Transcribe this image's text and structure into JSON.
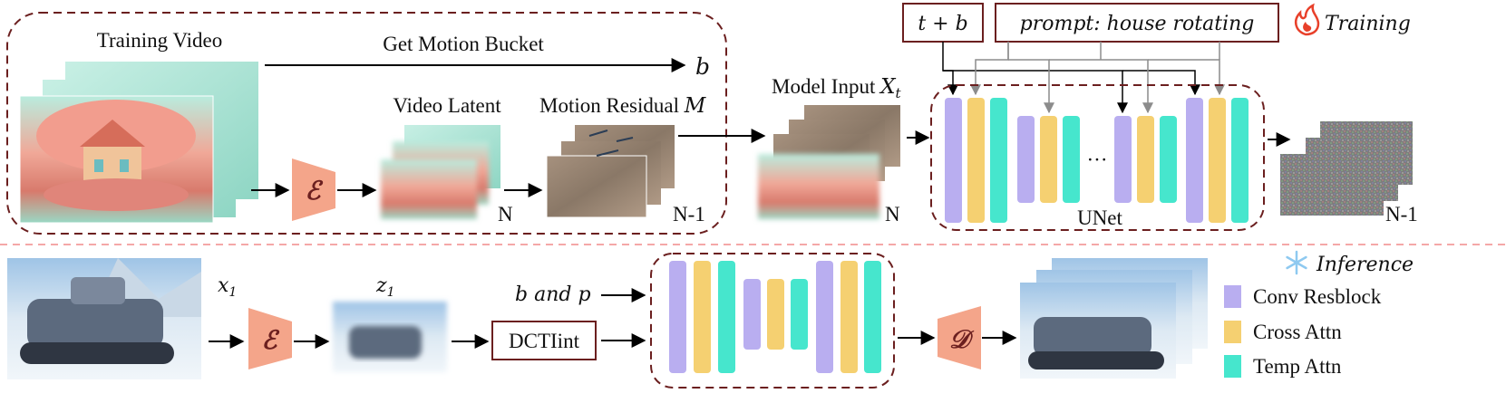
{
  "training": {
    "training_video": "Training Video",
    "get_motion_bucket": "Get Motion Bucket",
    "b_symbol": "b",
    "video_latent": "Video Latent",
    "motion_residual": "Motion Residual",
    "motion_residual_var": "M",
    "model_input": "Model Input",
    "model_input_var": "X",
    "model_input_sub": "t",
    "n_label_1": "N",
    "n_minus_1_label_1": "N-1",
    "n_label_2": "N",
    "n_minus_1_label_2": "N-1",
    "t_plus_b": "t + b",
    "prompt": "prompt: house rotating",
    "mode_label": "Training",
    "unet_label": "UNet",
    "ellipsis": "···",
    "encoder_symbol": "ℰ"
  },
  "inference": {
    "x1_var": "x",
    "x1_sub": "1",
    "z1_var": "z",
    "z1_sub": "1",
    "b_and_p": "b and p",
    "dct_label": "DCTIint",
    "mode_label": "Inference",
    "encoder_symbol": "ℰ",
    "decoder_symbol": "𝒟"
  },
  "legend": {
    "items": [
      {
        "label": "Conv Resblock",
        "color": "#b9aef0"
      },
      {
        "label": "Cross Attn",
        "color": "#f5d071"
      },
      {
        "label": "Temp Attn",
        "color": "#46e6cd"
      }
    ]
  },
  "colors": {
    "dashed_box": "#6b1f1f",
    "encoder": "#f4a58a",
    "separator": "#f4a8a8",
    "fire_icon": "#e8402a",
    "snowflake_icon": "#8ec9f0"
  }
}
